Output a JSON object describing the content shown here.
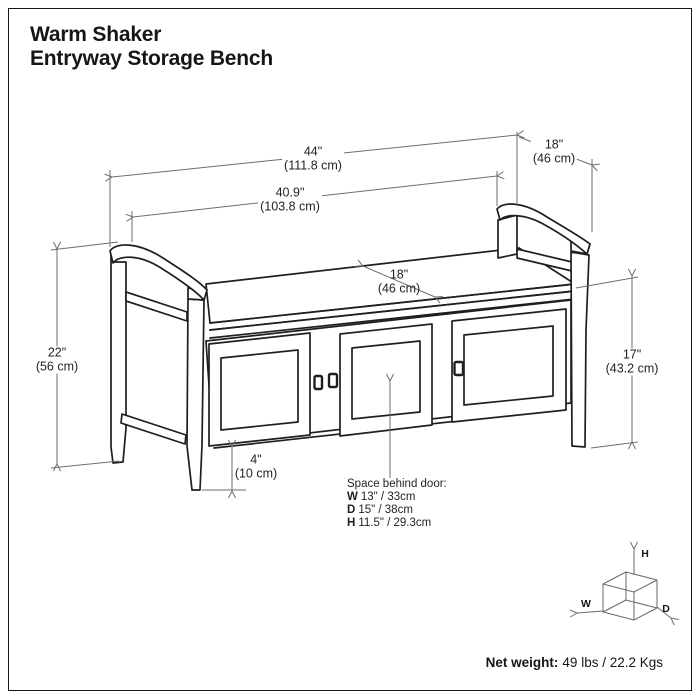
{
  "title": {
    "line1": "Warm Shaker",
    "line2": "Entryway Storage Bench"
  },
  "dimensions": {
    "overall_width": {
      "in": "44\"",
      "cm": "(111.8 cm)"
    },
    "overall_depth": {
      "in": "18\"",
      "cm": "(46 cm)"
    },
    "inner_width": {
      "in": "40.9\"",
      "cm": "(103.8 cm)"
    },
    "seat_depth": {
      "in": "18\"",
      "cm": "(46 cm)"
    },
    "overall_height": {
      "in": "22\"",
      "cm": "(56 cm)"
    },
    "seat_height": {
      "in": "17\"",
      "cm": "(43.2 cm)"
    },
    "bottom_clearance": {
      "in": "4\"",
      "cm": "(10 cm)"
    }
  },
  "space_behind_door": {
    "heading": "Space behind door:",
    "w_label": "W",
    "w_value": "13\" / 33cm",
    "d_label": "D",
    "d_value": "15\" / 38cm",
    "h_label": "H",
    "h_value": "11.5\" / 29.3cm"
  },
  "axis_cube": {
    "h": "H",
    "w": "W",
    "d": "D"
  },
  "net_weight": {
    "label": "Net weight:",
    "value": "49 lbs / 22.2 Kgs"
  },
  "colors": {
    "background": "#ffffff",
    "bench_line": "#1f1f1f",
    "dimension_line": "#6e6e6e",
    "text": "#231f20"
  }
}
